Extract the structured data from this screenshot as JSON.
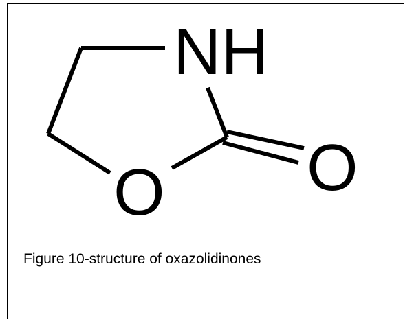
{
  "figure": {
    "atoms": {
      "nitrogen": "NH",
      "ring_oxygen": "O",
      "carbonyl_oxygen": "O"
    },
    "caption": "Figure 10-structure of oxazolidinones"
  }
}
